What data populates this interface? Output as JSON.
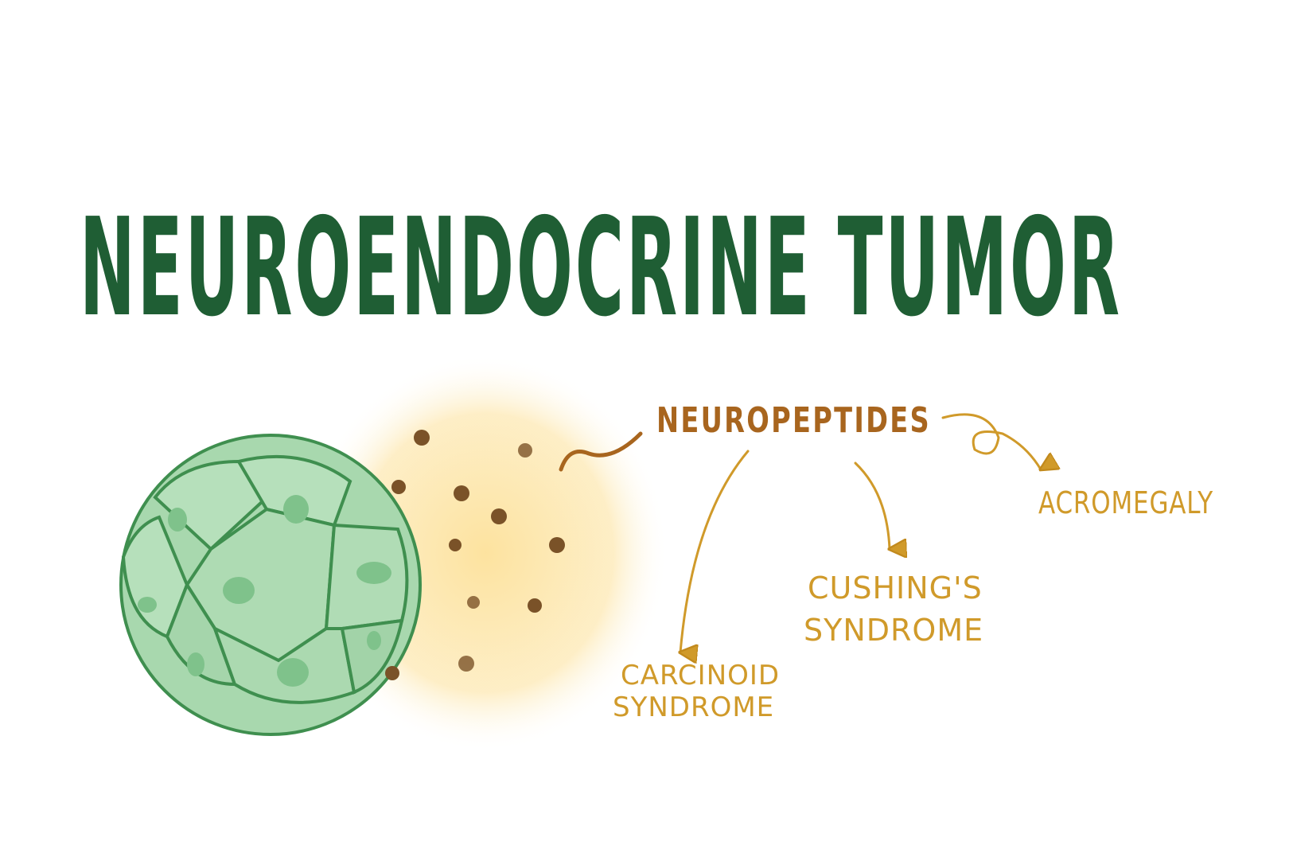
{
  "title": "NEUROENDOCRINE TUMOR",
  "source_label": "NEUROPEPTIDES",
  "effects": [
    {
      "line1": "CARCINOID",
      "line2": "SYNDROME"
    },
    {
      "line1": "CUSHING'S",
      "line2": "SYNDROME"
    },
    {
      "line1": "ACROMEGALY",
      "line2": ""
    }
  ],
  "colors": {
    "title": "#1f5e34",
    "cell_fill": "#a8d8ae",
    "cell_outline": "#3f8f4f",
    "glow": "#fde7a6",
    "granule": "#7a5228",
    "neuropeptides": "#a8651e",
    "arrows_labels": "#d09a2a"
  }
}
